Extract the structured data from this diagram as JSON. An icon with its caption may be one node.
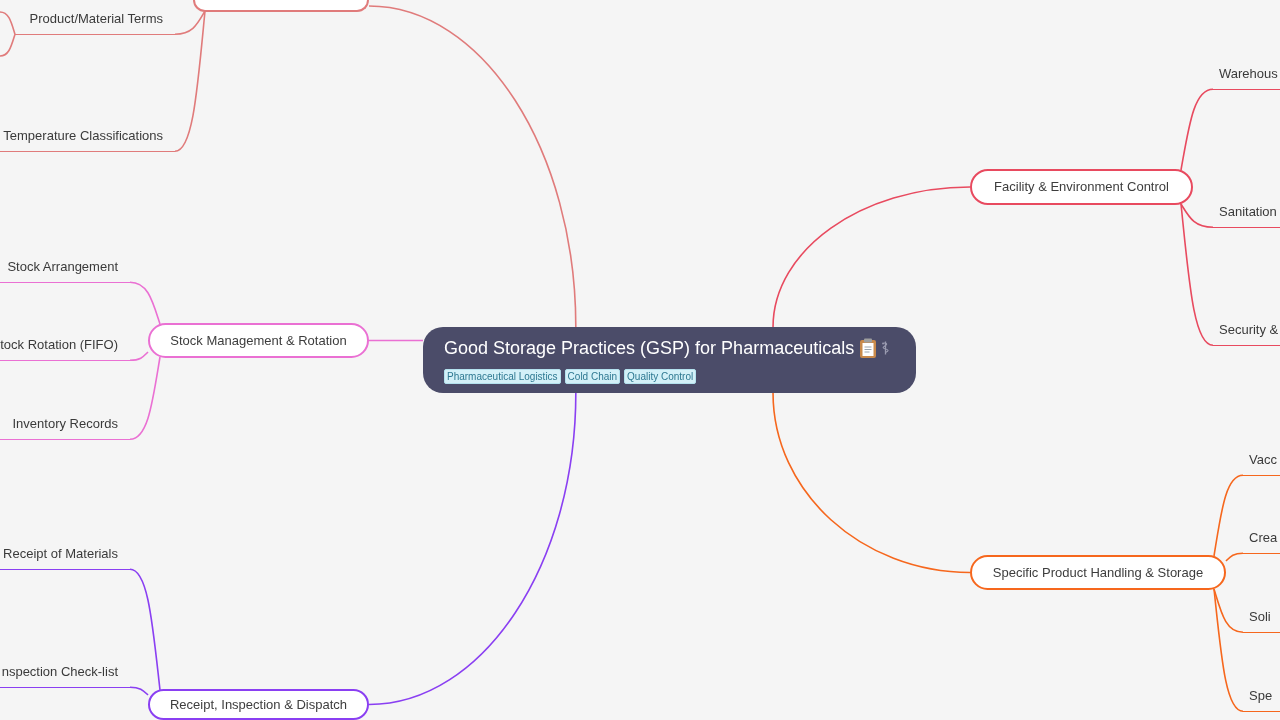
{
  "diagram": {
    "nodes": [
      {
        "text": [
          "Good Storage Practices (GSP) for Pharmaceuticals",
          "Pharmaceutical Logistics",
          "Cold Chain",
          "Quality Control"
        ]
      },
      {
        "text": [],
        "shape": "box"
      },
      {
        "text": [
          "Product/Material Terms"
        ]
      },
      {
        "text": [
          "Temperature Classifications"
        ]
      },
      {
        "text": [
          "Stock Management & Rotation"
        ]
      },
      {
        "text": [
          "Stock Arrangement"
        ]
      },
      {
        "text": [
          "tock Rotation (FIFO)"
        ]
      },
      {
        "text": [
          "Inventory Records"
        ]
      },
      {
        "text": [
          "Receipt, Inspection & Dispatch"
        ]
      },
      {
        "text": [
          "Receipt of Materials"
        ]
      },
      {
        "text": [
          "nspection Check-list"
        ]
      },
      {
        "text": [
          "Facility & Environment Control"
        ]
      },
      {
        "text": [
          "Warehous"
        ]
      },
      {
        "text": [
          "Sanitation"
        ]
      },
      {
        "text": [
          "Security &"
        ]
      },
      {
        "text": [
          "Specific Product Handling & Storage"
        ]
      },
      {
        "text": [
          "Vacc"
        ]
      },
      {
        "text": [
          "Crea"
        ]
      },
      {
        "text": [
          "Soli"
        ]
      },
      {
        "text": [
          "Spe"
        ]
      }
    ],
    "edges": [
      {
        "from": 0,
        "to": 1,
        "arrow": "none",
        "color": "#e07b7b"
      },
      {
        "from": 1,
        "to": 2,
        "arrow": "none",
        "color": "#e07b7b"
      },
      {
        "from": 1,
        "to": 3,
        "arrow": "none",
        "color": "#e07b7b"
      },
      {
        "from": 2,
        "to": null,
        "arrow": "none",
        "color": "#e07b7b"
      },
      {
        "from": 2,
        "to": null,
        "arrow": "none",
        "color": "#e07b7b"
      },
      {
        "from": 0,
        "to": 4,
        "arrow": "none",
        "color": "#ea70d3"
      },
      {
        "from": 4,
        "to": 5,
        "arrow": "none",
        "color": "#ea70d3"
      },
      {
        "from": 4,
        "to": 6,
        "arrow": "none",
        "color": "#ea70d3"
      },
      {
        "from": 4,
        "to": 7,
        "arrow": "none",
        "color": "#ea70d3"
      },
      {
        "from": 0,
        "to": 8,
        "arrow": "none",
        "color": "#8a3ff2"
      },
      {
        "from": 8,
        "to": 9,
        "arrow": "none",
        "color": "#8a3ff2"
      },
      {
        "from": 8,
        "to": 10,
        "arrow": "none",
        "color": "#8a3ff2"
      },
      {
        "from": 0,
        "to": 11,
        "arrow": "none",
        "color": "#e84a5f"
      },
      {
        "from": 11,
        "to": 12,
        "arrow": "none",
        "color": "#e84a5f"
      },
      {
        "from": 11,
        "to": 13,
        "arrow": "none",
        "color": "#e84a5f"
      },
      {
        "from": 11,
        "to": 14,
        "arrow": "none",
        "color": "#e84a5f"
      },
      {
        "from": 0,
        "to": 15,
        "arrow": "none",
        "color": "#f6671d"
      },
      {
        "from": 15,
        "to": 16,
        "arrow": "none",
        "color": "#f6671d"
      },
      {
        "from": 15,
        "to": 17,
        "arrow": "none",
        "color": "#f6671d"
      },
      {
        "from": 15,
        "to": 18,
        "arrow": "none",
        "color": "#f6671d"
      },
      {
        "from": 15,
        "to": 19,
        "arrow": "none",
        "color": "#f6671d"
      }
    ]
  }
}
